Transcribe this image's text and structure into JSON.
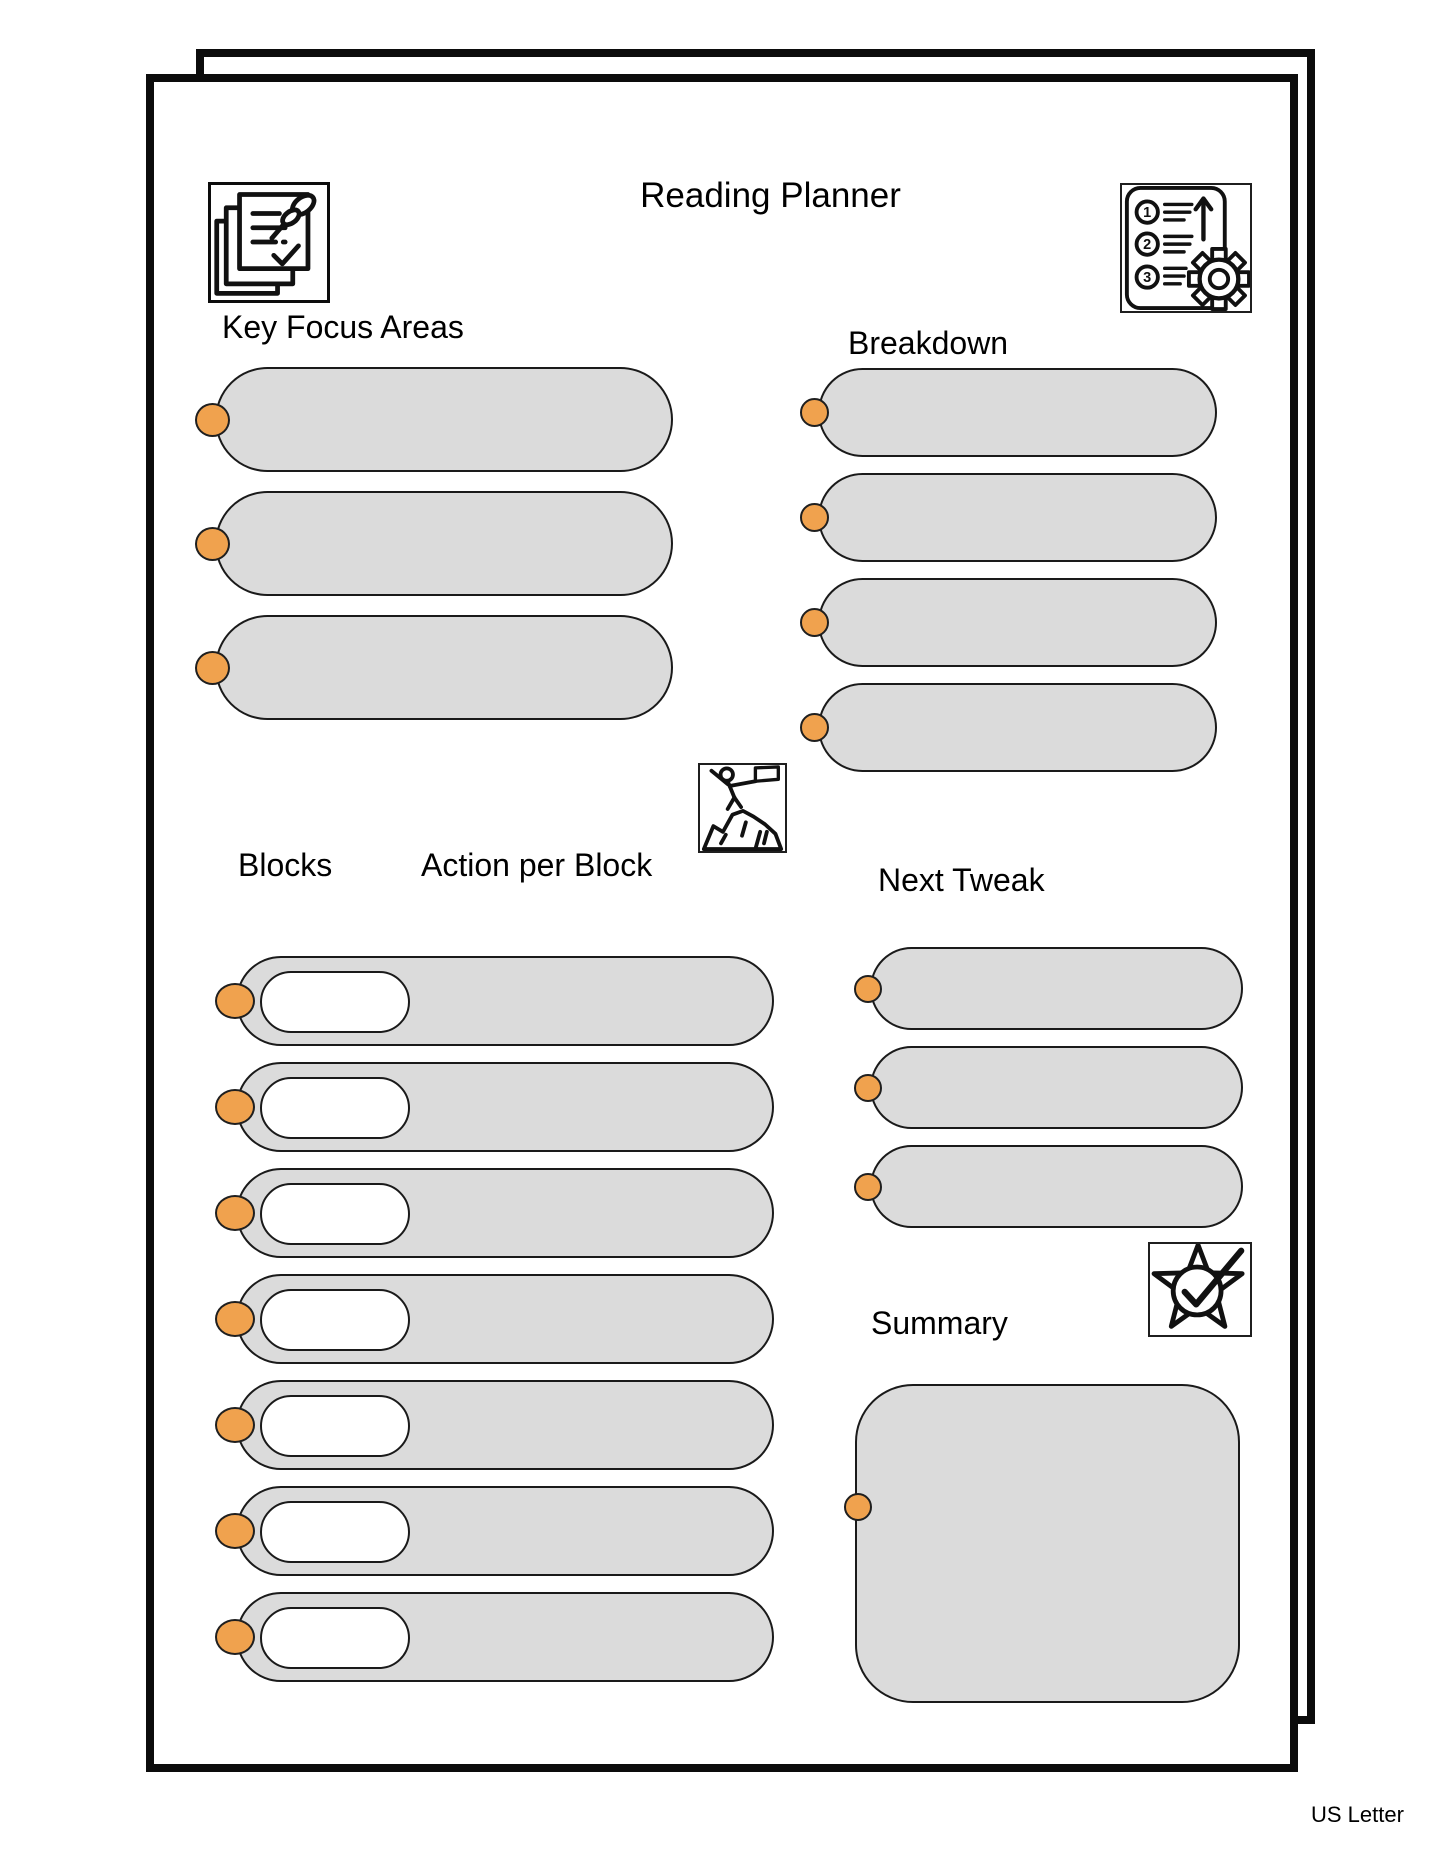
{
  "page": {
    "title": "Reading Planner",
    "size_label": "US Letter"
  },
  "colors": {
    "accent_orange": "#F0A24E",
    "field_gray": "#DBDBDB",
    "outline_black": "#1A1A1A"
  },
  "icons": {
    "top_left": "clipboard-with-pushpin",
    "top_right": "numbered-list-with-gear",
    "center": "climber-with-flag-on-mountain",
    "bottom_right": "star-with-checkmark"
  },
  "sections": {
    "key_focus_areas": {
      "heading": "Key Focus Areas",
      "fields": [
        "",
        "",
        ""
      ]
    },
    "breakdown": {
      "heading": "Breakdown",
      "fields": [
        "",
        "",
        "",
        ""
      ]
    },
    "blocks": {
      "heading_blocks": "Blocks",
      "heading_action": "Action per Block",
      "rows": [
        {
          "block": "",
          "action": ""
        },
        {
          "block": "",
          "action": ""
        },
        {
          "block": "",
          "action": ""
        },
        {
          "block": "",
          "action": ""
        },
        {
          "block": "",
          "action": ""
        },
        {
          "block": "",
          "action": ""
        },
        {
          "block": "",
          "action": ""
        }
      ]
    },
    "next_tweak": {
      "heading": "Next Tweak",
      "fields": [
        "",
        "",
        ""
      ]
    },
    "summary": {
      "heading": "Summary",
      "text": ""
    }
  }
}
